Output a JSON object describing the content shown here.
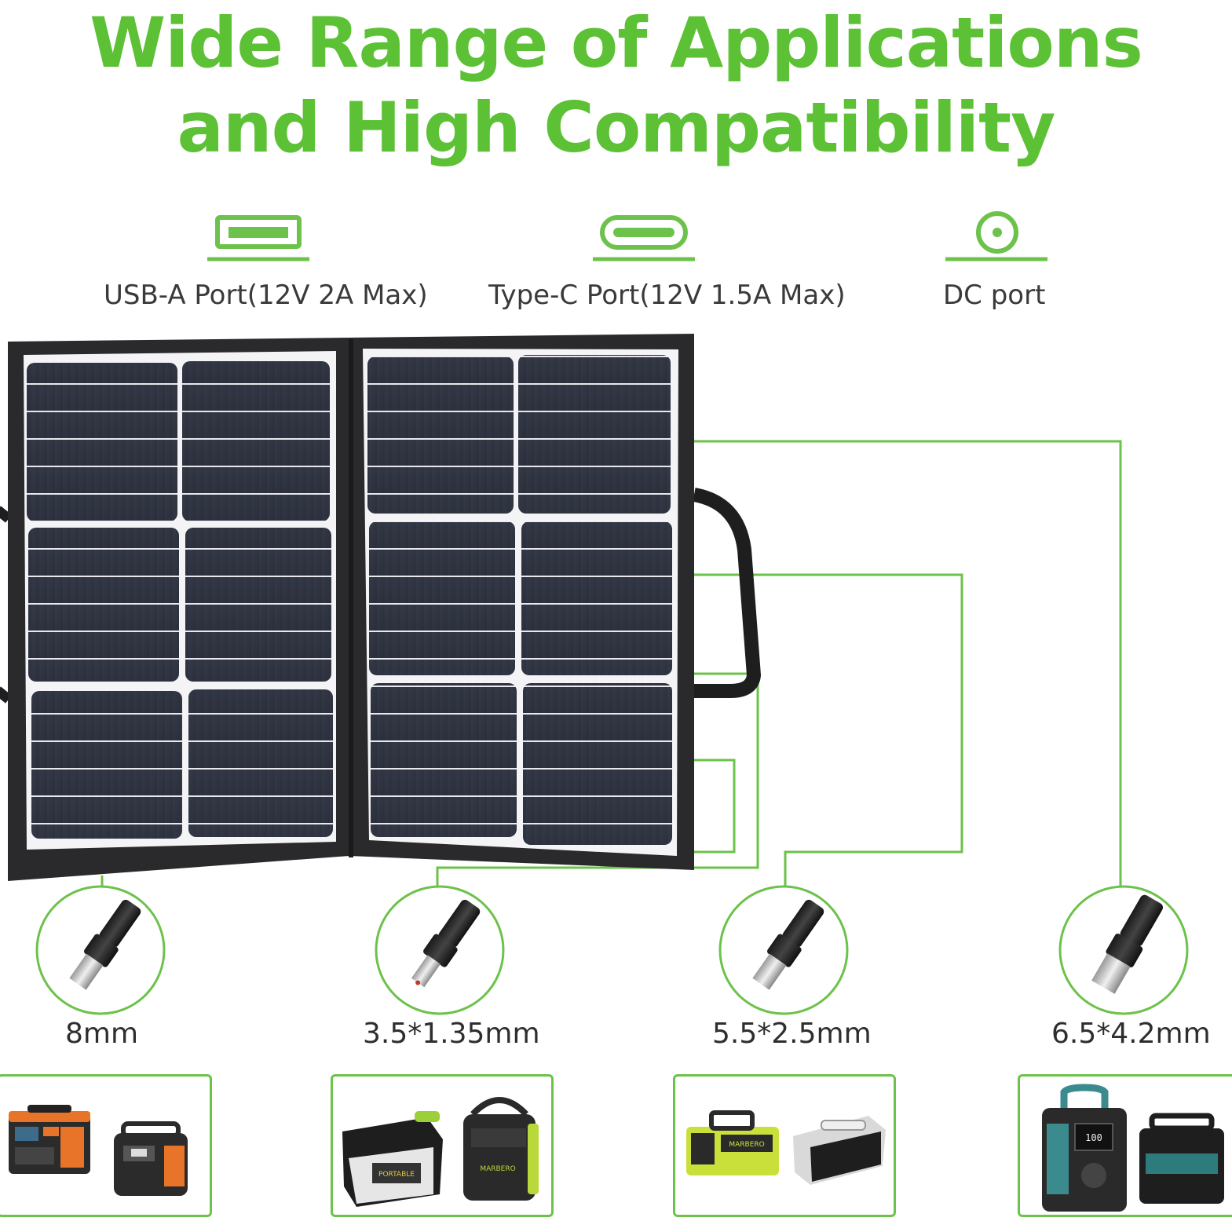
{
  "header": {
    "title_line1": "Wide Range of Applications",
    "title_line2": "and High Compatibility"
  },
  "ports": [
    {
      "label": "USB-A Port(12V 2A Max)",
      "icon": "usb-a-icon"
    },
    {
      "label": "Type-C Port(12V 1.5A Max)",
      "icon": "usb-c-icon"
    },
    {
      "label": "DC port",
      "icon": "dc-port-icon"
    }
  ],
  "connectors": [
    {
      "size": "8mm"
    },
    {
      "size": "3.5*1.35mm"
    },
    {
      "size": "5.5*2.5mm"
    },
    {
      "size": "6.5*4.2mm"
    }
  ],
  "device_labels": {
    "box2_left": "PORTABLE",
    "box2_right": "MARBERO",
    "box3_left": "MARBERO",
    "box4_display": "100"
  },
  "colors": {
    "accent_green": "#5cc135",
    "line_green": "#6cc24a",
    "panel_dark": "#2f3340",
    "frame": "#2a2a2c"
  }
}
